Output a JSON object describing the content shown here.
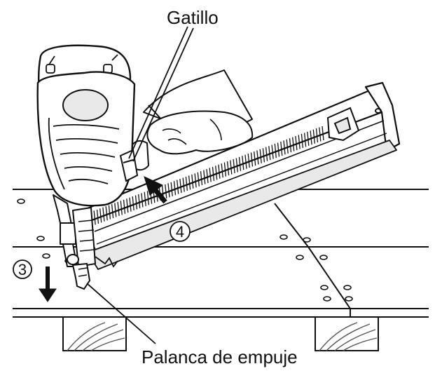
{
  "labels": {
    "trigger": "Gatillo",
    "push_lever": "Palanca de empuje",
    "step_3": "3",
    "step_4": "4"
  },
  "colors": {
    "ink": "#111111",
    "paper": "#ffffff",
    "tool_shade": "#e9e9e9",
    "hatch": "#555555"
  }
}
